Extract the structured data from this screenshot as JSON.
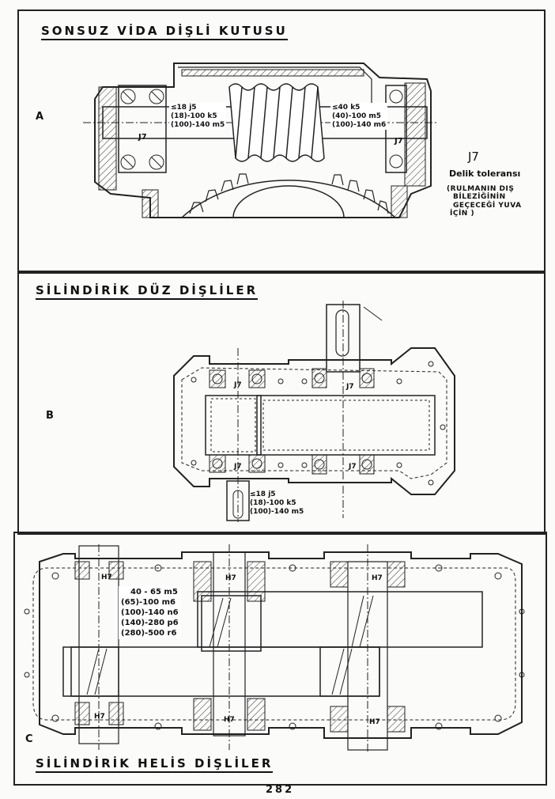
{
  "page_number": "282",
  "section_a": {
    "letter": "A",
    "title": "SONSUZ VİDA DİŞLİ KUTUSU",
    "fit_left": "J7",
    "fit_right": "J7",
    "shaft_left": [
      "≤18      j5",
      "(18)-100 k5",
      "(100)-140 m5"
    ],
    "shaft_right": [
      "≤40      k5",
      "(40)-100 m5",
      "(100)-140 m6"
    ],
    "note_symbol": "J7",
    "note_title": "Delik toleransı",
    "note_lines": [
      "(RULMANIN DIŞ",
      "BİLEZİĞİNİN",
      "GEÇECEĞİ YUVA",
      "İÇİN )"
    ]
  },
  "section_b": {
    "letter": "B",
    "title": "SİLİNDİRİK DÜZ DİŞLİLER",
    "fit_top_left": "J7",
    "fit_top_right": "J7",
    "fit_bottom_left": "J7",
    "fit_bottom_right": "J7",
    "shaft": [
      "≤18        j5",
      "(18)-100 k5",
      "(100)-140 m5"
    ]
  },
  "section_c": {
    "letter": "C",
    "title": "SİLİNDİRİK HELİS DİŞLİLER",
    "fits_top": [
      "H7",
      "H7",
      "H7"
    ],
    "fits_bottom": [
      "H7",
      "H7",
      "H7"
    ],
    "shaft": [
      "40 - 65   m5",
      "(65)-100   m6",
      "(100)-140   n6",
      "(140)-280   p6",
      "(280)-500   r6"
    ]
  }
}
